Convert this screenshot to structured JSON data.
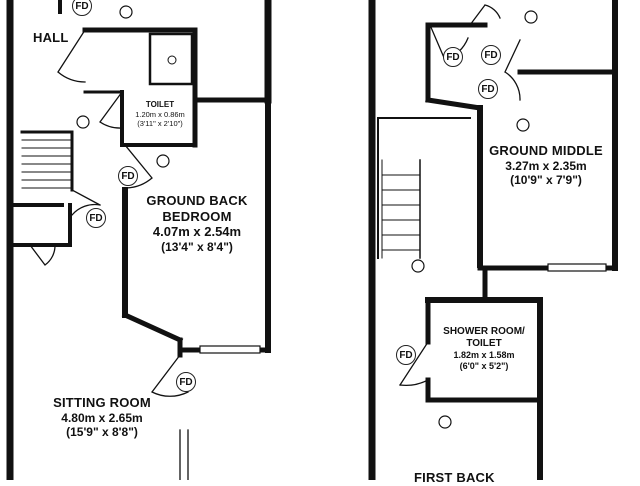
{
  "rooms": {
    "hall": {
      "name": "HALL"
    },
    "toilet": {
      "name": "TOILET",
      "metric": "1.20m x 0.86m",
      "imperial": "(3'11\" x 2'10\")"
    },
    "ground_back_bedroom": {
      "name_line1": "GROUND BACK",
      "name_line2": "BEDROOM",
      "metric": "4.07m x 2.54m",
      "imperial": "(13'4\" x 8'4\")"
    },
    "sitting_room": {
      "name": "SITTING ROOM",
      "metric": "4.80m x 2.65m",
      "imperial": "(15'9\" x 8'8\")"
    },
    "ground_middle": {
      "name": "GROUND MIDDLE",
      "metric": "3.27m x 2.35m",
      "imperial": "(10'9\" x 7'9\")"
    },
    "shower_room": {
      "name_line1": "SHOWER ROOM/",
      "name_line2": "TOILET",
      "metric": "1.82m x 1.58m",
      "imperial": "(6'0\" x 5'2\")"
    },
    "first_back": {
      "name": "FIRST BACK"
    }
  },
  "fire_door_label": "FD",
  "colors": {
    "wall": "#111111",
    "thin_line": "#333333",
    "background": "#ffffff"
  }
}
